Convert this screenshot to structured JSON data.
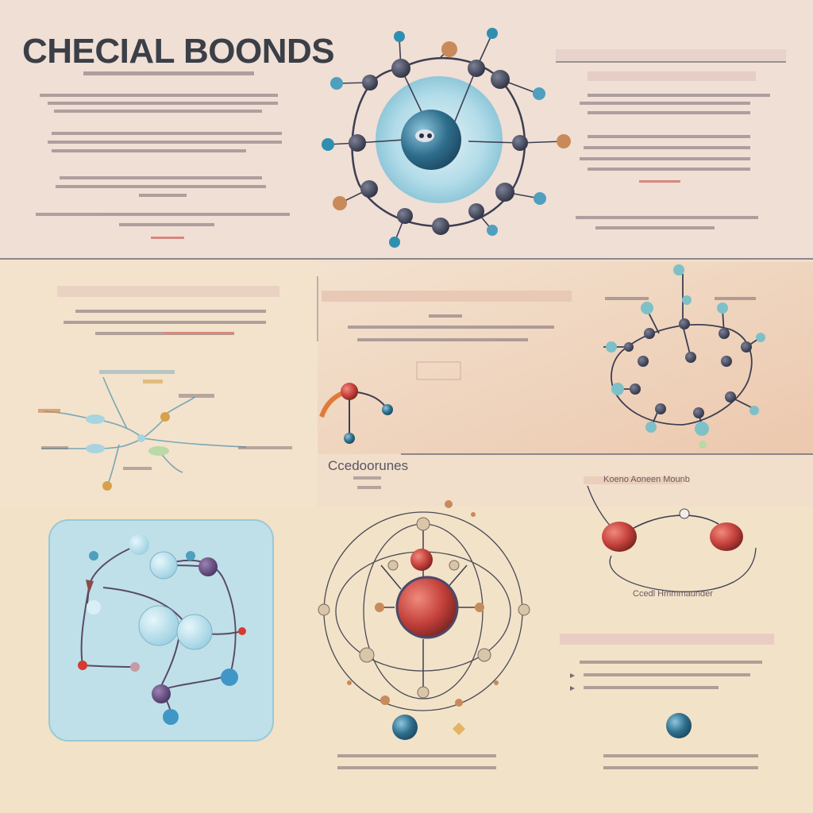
{
  "header": {
    "title": "CHECIAL BOONDS"
  },
  "labels": {
    "middle_caption": "Ccedoorunes",
    "right_caption": "Ccedl Hmmmaunder",
    "kinetic_label": "Koeno Aoneen Mounb"
  },
  "colors": {
    "background": "#f1dfcb",
    "top_band": "#f0dfd5",
    "peach_panel": "#efd3bd",
    "cyan_panel": "#bfe0e8",
    "title": "#3b3f47",
    "atom_red": "#c4413b",
    "atom_blue": "#2e6e8c",
    "atom_dark": "#3c3f52"
  }
}
